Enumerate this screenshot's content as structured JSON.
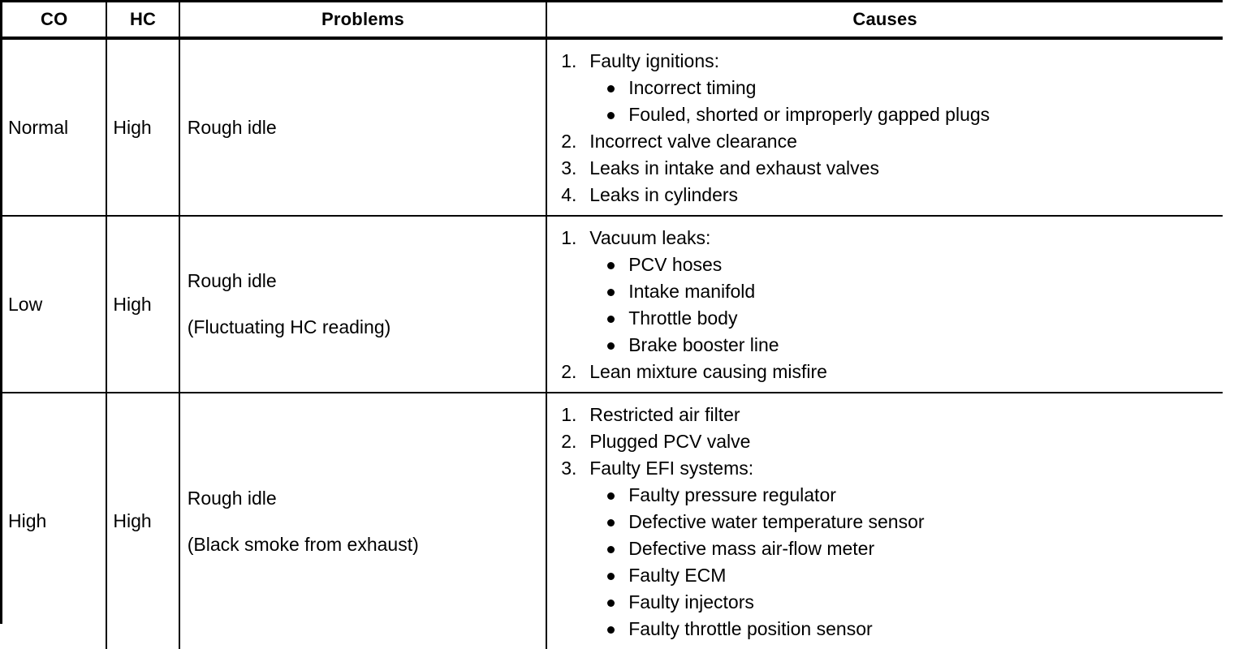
{
  "table": {
    "headers": {
      "co": "CO",
      "hc": "HC",
      "problems": "Problems",
      "causes": "Causes"
    },
    "rows": [
      {
        "co": "Normal",
        "hc": "High",
        "problem_primary": "Rough idle",
        "problem_secondary": "",
        "causes": [
          {
            "number": "1.",
            "text": "Faulty ignitions:",
            "bullets": [
              "Incorrect timing",
              "Fouled, shorted or improperly gapped plugs"
            ]
          },
          {
            "number": "2.",
            "text": "Incorrect valve clearance",
            "bullets": []
          },
          {
            "number": "3.",
            "text": "Leaks in intake and exhaust valves",
            "bullets": []
          },
          {
            "number": "4.",
            "text": "Leaks in cylinders",
            "bullets": []
          }
        ]
      },
      {
        "co": "Low",
        "hc": "High",
        "problem_primary": "Rough idle",
        "problem_secondary": "(Fluctuating HC reading)",
        "causes": [
          {
            "number": "1.",
            "text": "Vacuum leaks:",
            "bullets": [
              "PCV hoses",
              "Intake manifold",
              "Throttle body",
              "Brake booster line"
            ]
          },
          {
            "number": "2.",
            "text": "Lean mixture causing misfire",
            "bullets": []
          }
        ]
      },
      {
        "co": "High",
        "hc": "High",
        "problem_primary": "Rough idle",
        "problem_secondary": "(Black smoke from exhaust)",
        "causes": [
          {
            "number": "1.",
            "text": "Restricted air filter",
            "bullets": []
          },
          {
            "number": "2.",
            "text": "Plugged PCV valve",
            "bullets": []
          },
          {
            "number": "3.",
            "text": "Faulty EFI systems:",
            "bullets": [
              "Faulty pressure regulator",
              "Defective water temperature sensor",
              "Defective mass air-flow meter",
              "Faulty ECM",
              "Faulty injectors",
              "Faulty throttle position sensor"
            ]
          }
        ]
      }
    ]
  },
  "colors": {
    "border": "#000000",
    "text": "#000000",
    "background": "#ffffff"
  }
}
